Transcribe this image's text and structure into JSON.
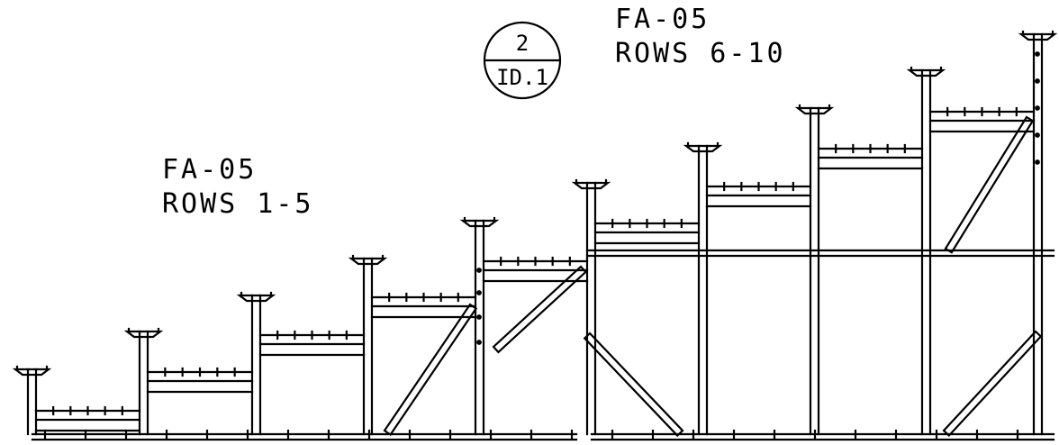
{
  "labels": {
    "group_one": {
      "line1": "FA-05",
      "line2": "ROWS 1-5"
    },
    "group_two": {
      "line1": "FA-05",
      "line2": "ROWS 6-10"
    }
  },
  "section_bubble": {
    "number": "2",
    "sheet": "ID.1"
  },
  "colors": {
    "line": "#000000",
    "background": "#ffffff"
  }
}
